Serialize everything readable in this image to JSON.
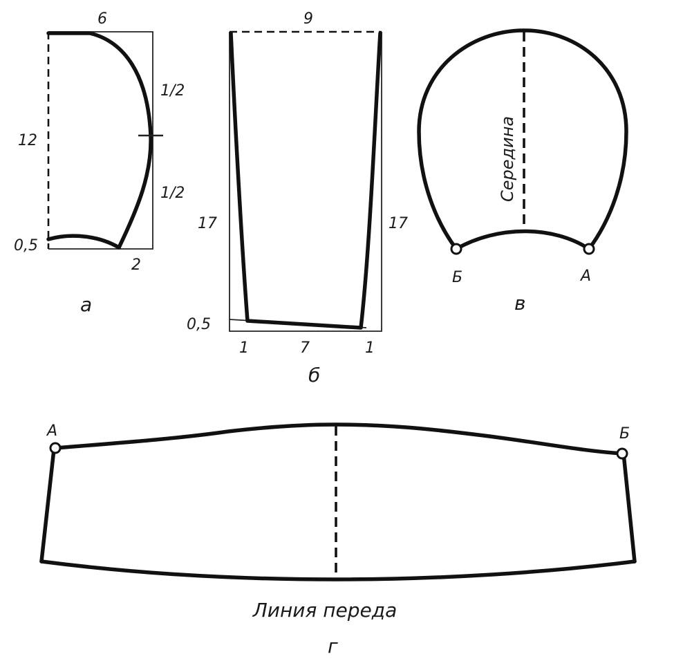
{
  "fig_a": {
    "top": "6",
    "half_top": "1/2",
    "half_bottom": "1/2",
    "left": "12",
    "offset": "0,5",
    "bottom": "2",
    "caption": "а"
  },
  "fig_b": {
    "top": "9",
    "left": "17",
    "right": "17",
    "offset": "0,5",
    "bottom_left": "1",
    "bottom_mid": "7",
    "bottom_right": "1",
    "caption": "б"
  },
  "fig_v": {
    "middle": "Середина",
    "point_b": "Б",
    "point_a": "А",
    "caption": "в"
  },
  "fig_g": {
    "point_a": "А",
    "point_b": "Б",
    "front_line": "Линия переда",
    "caption": "г"
  },
  "colors": {
    "ink": "#111111",
    "paper": "#ffffff"
  }
}
